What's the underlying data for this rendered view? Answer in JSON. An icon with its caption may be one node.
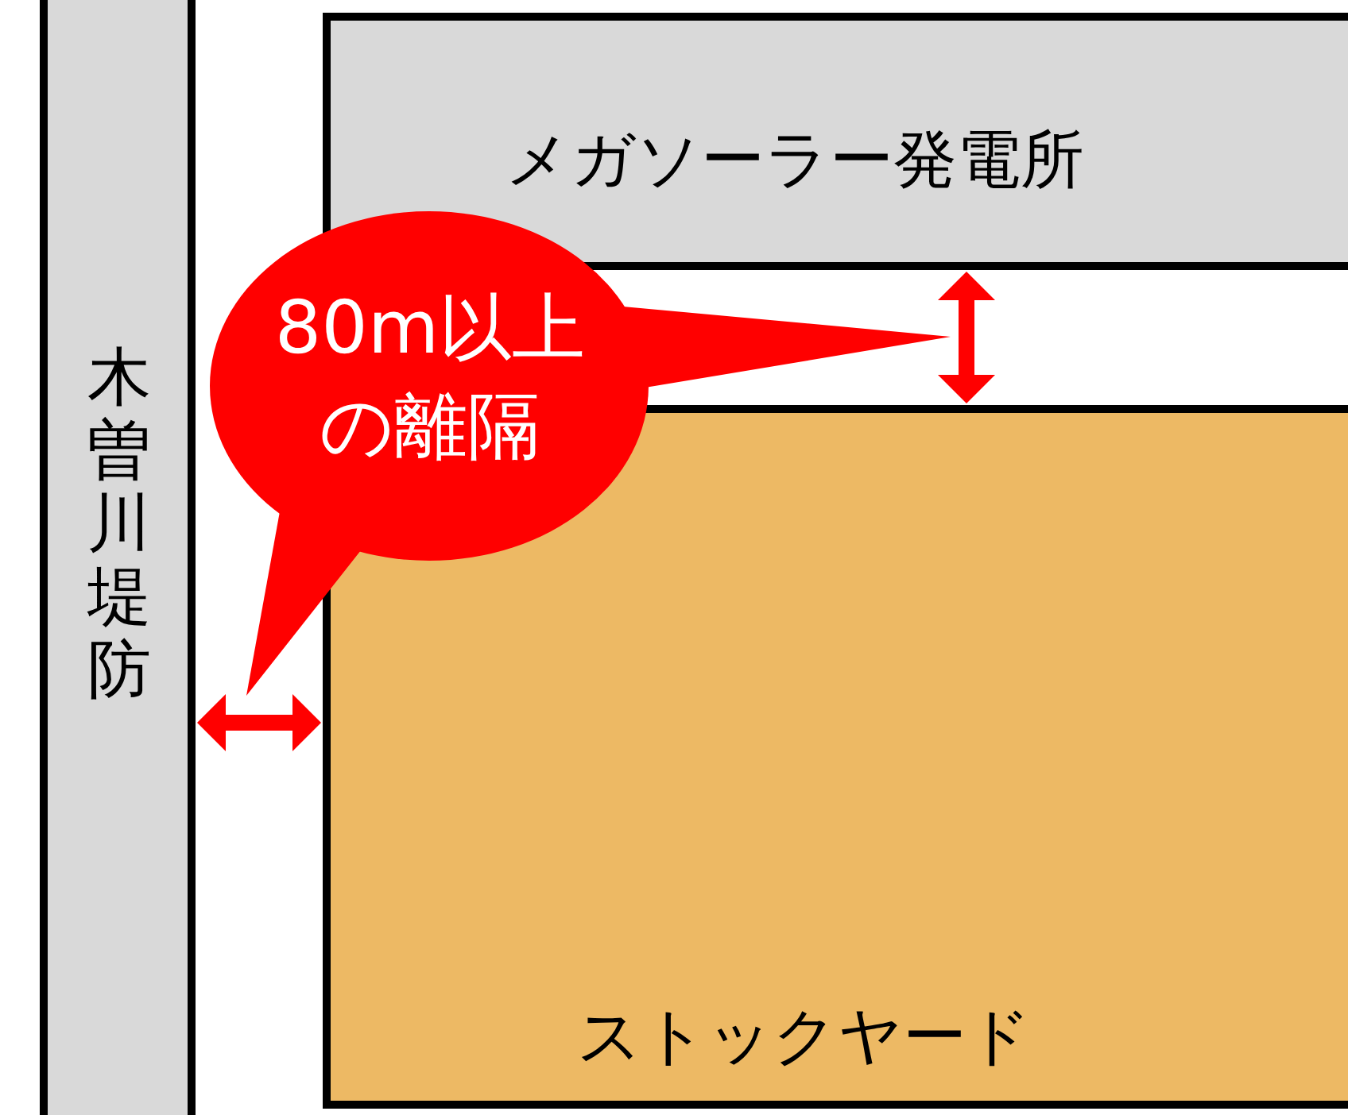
{
  "diagram": {
    "nodes": [
      {
        "text": [
          "木曽川堤防"
        ]
      },
      {
        "text": [
          "メガソーラー発電所"
        ]
      },
      {
        "text": [
          "ストックヤード"
        ]
      },
      {
        "text": [
          "80m以上の離隔"
        ]
      }
    ],
    "edges": [
      {
        "from": 1,
        "to": 2,
        "arrow": "both",
        "color": "#ff0000",
        "style": "thick"
      },
      {
        "from": 0,
        "to": 2,
        "arrow": "both",
        "color": "#ff0000",
        "style": "thick"
      }
    ]
  }
}
